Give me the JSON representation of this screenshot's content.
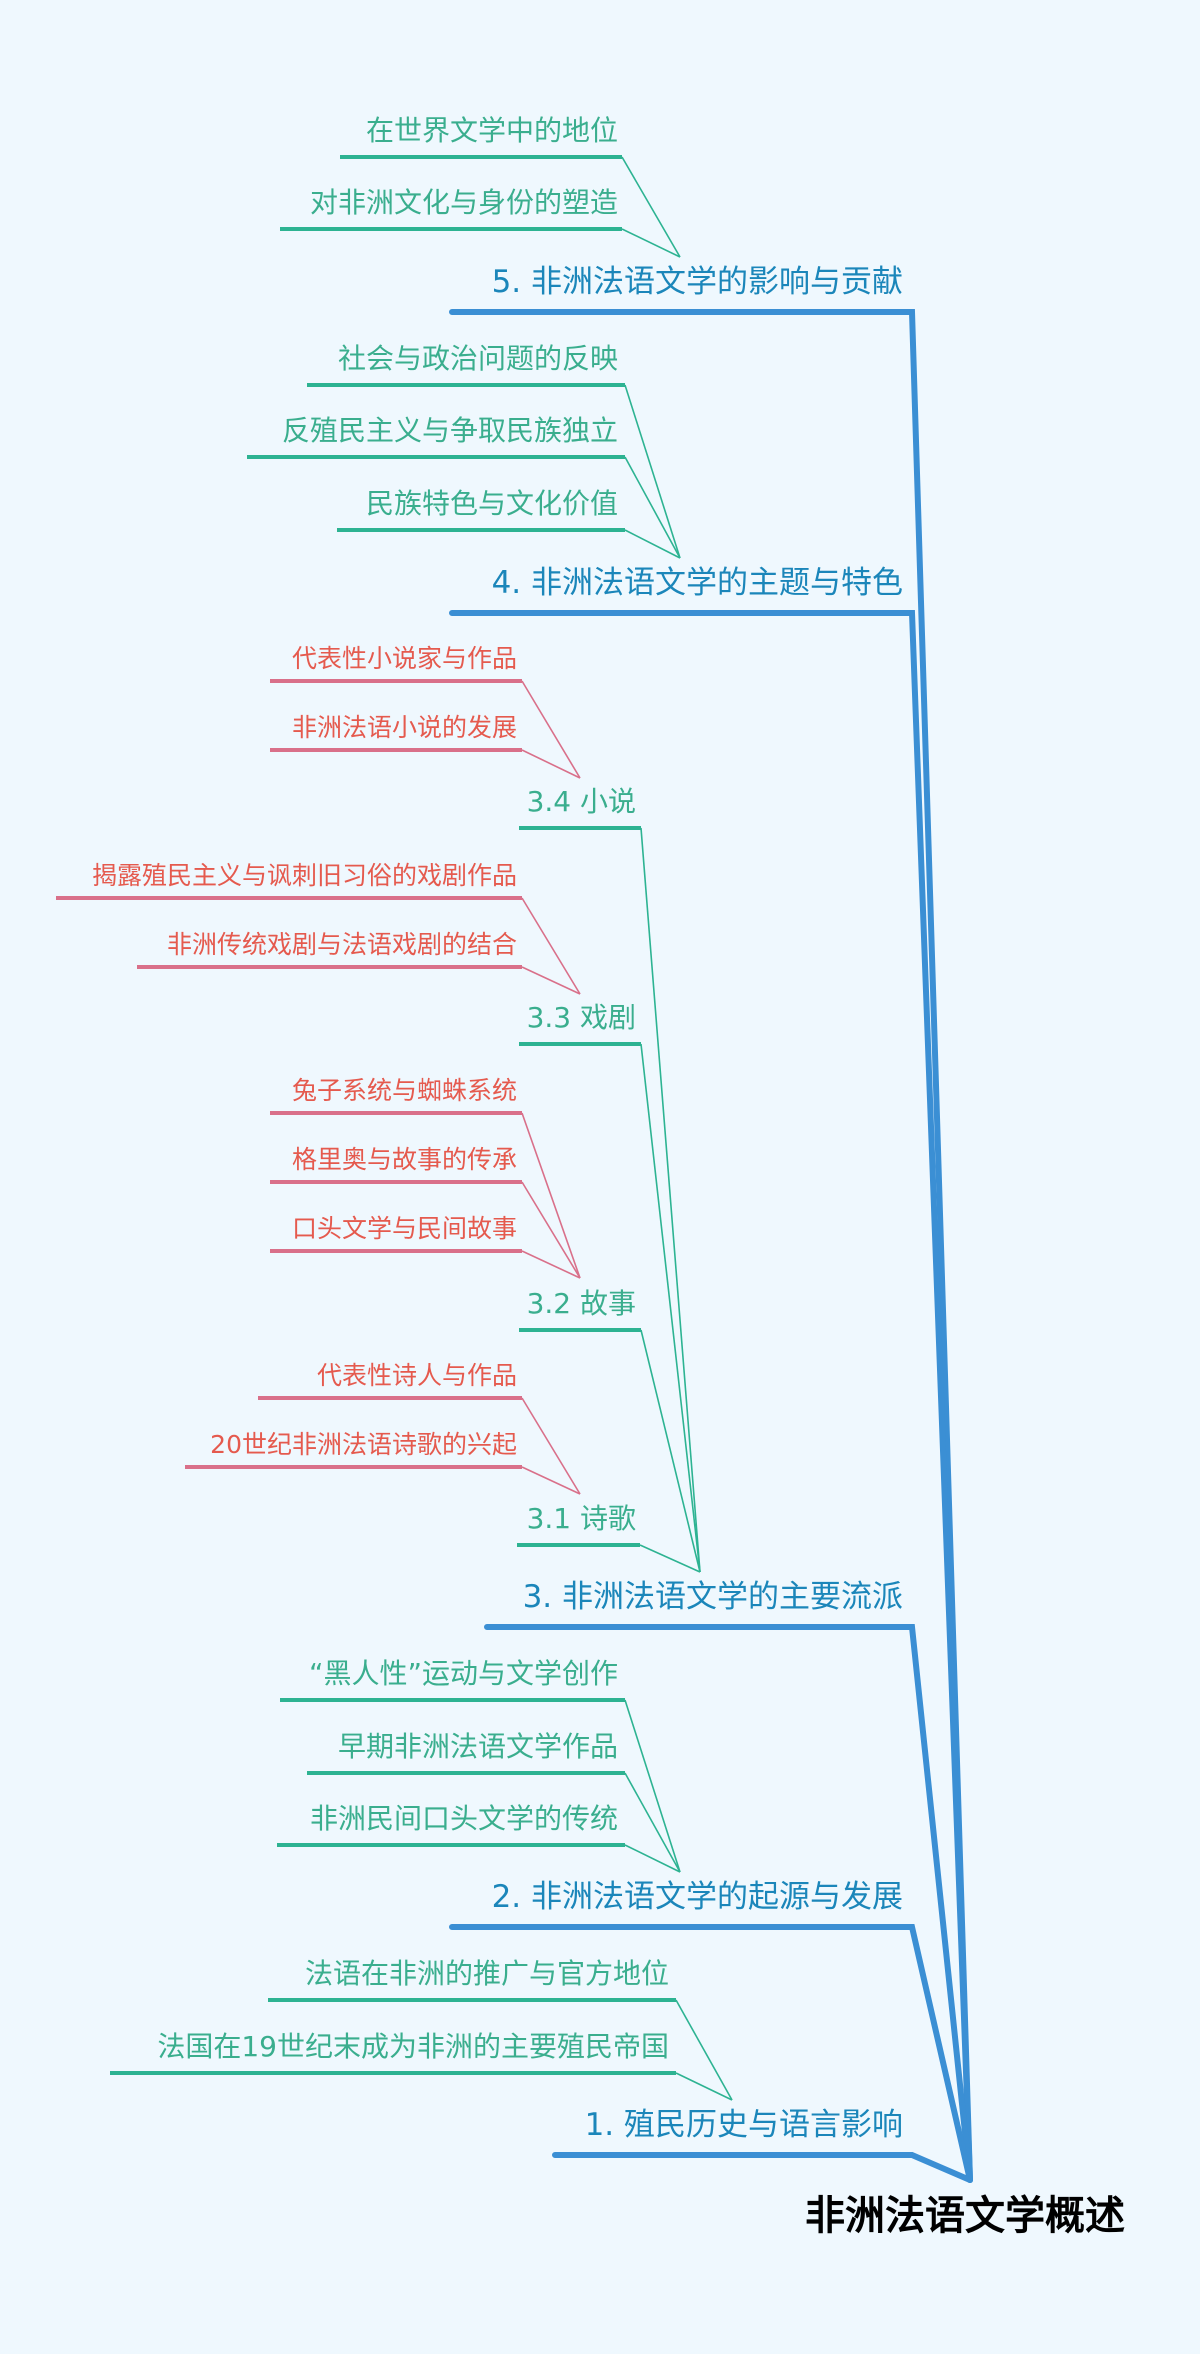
{
  "colors": {
    "background": "#EFF8FE",
    "root_text": "#000000",
    "level1_text": "#1B86BA",
    "level1_line": "#3B8FD4",
    "level2_text": "#3AAE8E",
    "level2_line": "#2DB392",
    "level3_text": "#E55A4E",
    "level3_line": "#D9708A"
  },
  "root": {
    "label": "非洲法语文学概述"
  },
  "branches": [
    {
      "label": "5. 非洲法语文学的影响与贡献",
      "children": [
        {
          "label": "在世界文学中的地位"
        },
        {
          "label": "对非洲文化与身份的塑造"
        }
      ]
    },
    {
      "label": "4. 非洲法语文学的主题与特色",
      "children": [
        {
          "label": "社会与政治问题的反映"
        },
        {
          "label": "反殖民主义与争取民族独立"
        },
        {
          "label": "民族特色与文化价值"
        }
      ]
    },
    {
      "label": "3. 非洲法语文学的主要流派",
      "children": [
        {
          "label": "3.4 小说",
          "children": [
            {
              "label": "代表性小说家与作品"
            },
            {
              "label": "非洲法语小说的发展"
            }
          ]
        },
        {
          "label": "3.3 戏剧",
          "children": [
            {
              "label": "揭露殖民主义与讽刺旧习俗的戏剧作品"
            },
            {
              "label": "非洲传统戏剧与法语戏剧的结合"
            }
          ]
        },
        {
          "label": "3.2 故事",
          "children": [
            {
              "label": "兔子系统与蜘蛛系统"
            },
            {
              "label": "格里奥与故事的传承"
            },
            {
              "label": "口头文学与民间故事"
            }
          ]
        },
        {
          "label": "3.1 诗歌",
          "children": [
            {
              "label": "代表性诗人与作品"
            },
            {
              "label": "20世纪非洲法语诗歌的兴起"
            }
          ]
        }
      ]
    },
    {
      "label": "2. 非洲法语文学的起源与发展",
      "children": [
        {
          "label": "“黑人性”运动与文学创作"
        },
        {
          "label": "早期非洲法语文学作品"
        },
        {
          "label": "非洲民间口头文学的传统"
        }
      ]
    },
    {
      "label": "1. 殖民历史与语言影响",
      "children": [
        {
          "label": "法语在非洲的推广与官方地位"
        },
        {
          "label": "法国在19世纪末成为非洲的主要殖民帝国"
        }
      ]
    }
  ]
}
